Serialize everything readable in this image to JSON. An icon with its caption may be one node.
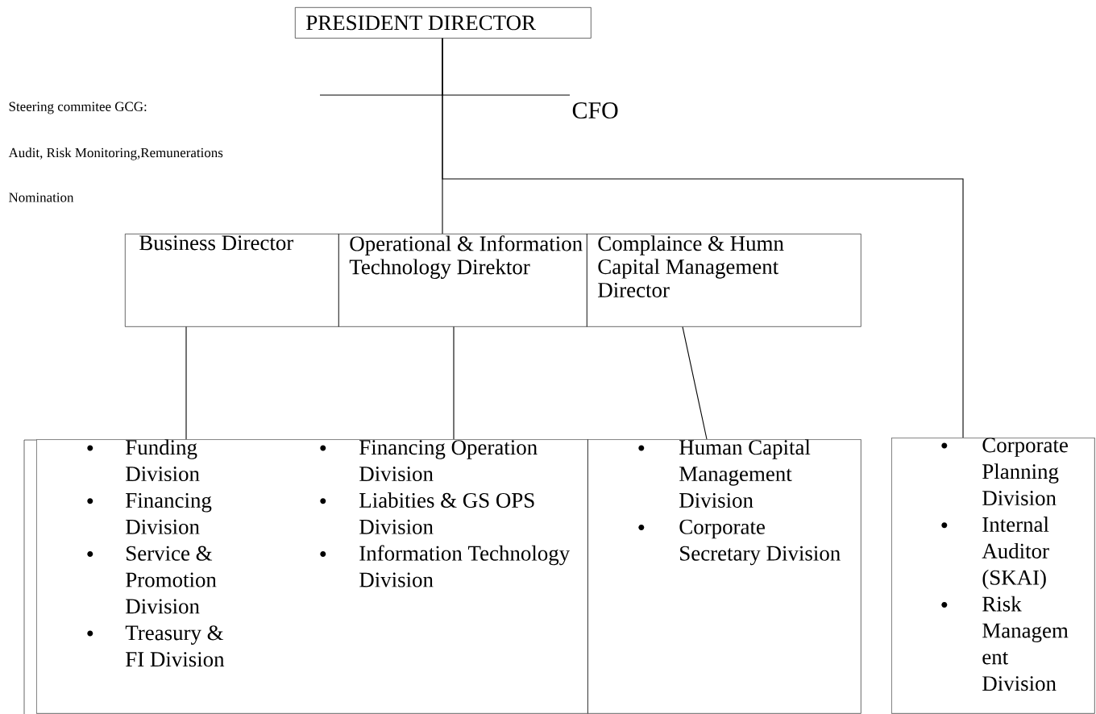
{
  "diagram": {
    "nodes": [
      {
        "text": [
          "PRESIDENT DIRECTOR"
        ]
      },
      {
        "text": [
          "CFO"
        ]
      },
      {
        "text": [
          "Business Director"
        ]
      },
      {
        "text": [
          "Operational & Information Technology Direktor"
        ]
      },
      {
        "text": [
          "Complaince & Humn Capital Management Director"
        ]
      },
      {
        "text": [
          "Funding Division",
          "Financing Division",
          "Service & Promotion Division",
          "Treasury & FI Division",
          "Financing Operation Division",
          "Liabities & GS OPS Division",
          "Information Technology Division"
        ]
      },
      {
        "text": [
          "Human Capital Management Division",
          "Corporate Secretary Division"
        ]
      },
      {
        "text": [
          "Corporate Planning Division",
          "Internal Auditor (SKAI)",
          "Risk Managem ent Division"
        ]
      }
    ],
    "edges": [
      {
        "from": 0,
        "to": 1,
        "arrow": "none"
      },
      {
        "from": 0,
        "to": 3,
        "arrow": "none"
      },
      {
        "from": 0,
        "to": 7,
        "arrow": "none"
      },
      {
        "from": 2,
        "to": 5,
        "arrow": "none"
      },
      {
        "from": 3,
        "to": 5,
        "arrow": "none"
      },
      {
        "from": 4,
        "to": 6,
        "arrow": "none"
      }
    ],
    "labels": [
      "Steering commitee GCG:",
      "Audit, Risk Monitoring,Remunerations",
      "Nomination"
    ]
  }
}
